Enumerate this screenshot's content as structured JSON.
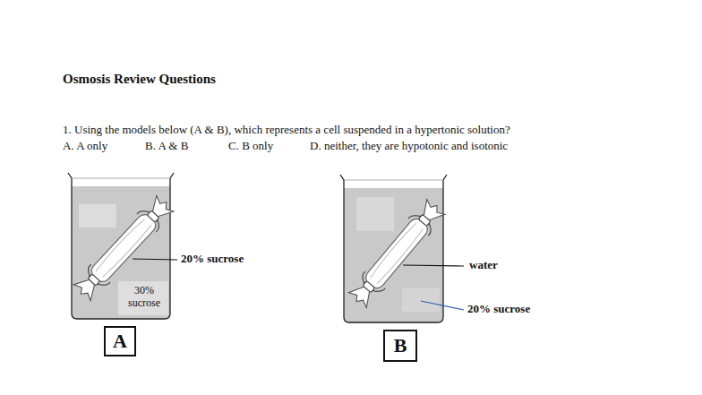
{
  "diagram": {
    "title": "Osmosis Review Questions",
    "nodes": [
      {
        "text": [
          "A"
        ]
      },
      {
        "text": [
          "B"
        ]
      }
    ],
    "labels": [
      "1. Using the models below (A & B), which represents a cell suspended in a hypertonic solution?",
      "A. A only",
      "B. A & B",
      "C. B only",
      "D. neither, they are hypotonic and isotonic",
      "20% sucrose",
      "30% sucrose",
      "water",
      "20% sucrose"
    ]
  }
}
